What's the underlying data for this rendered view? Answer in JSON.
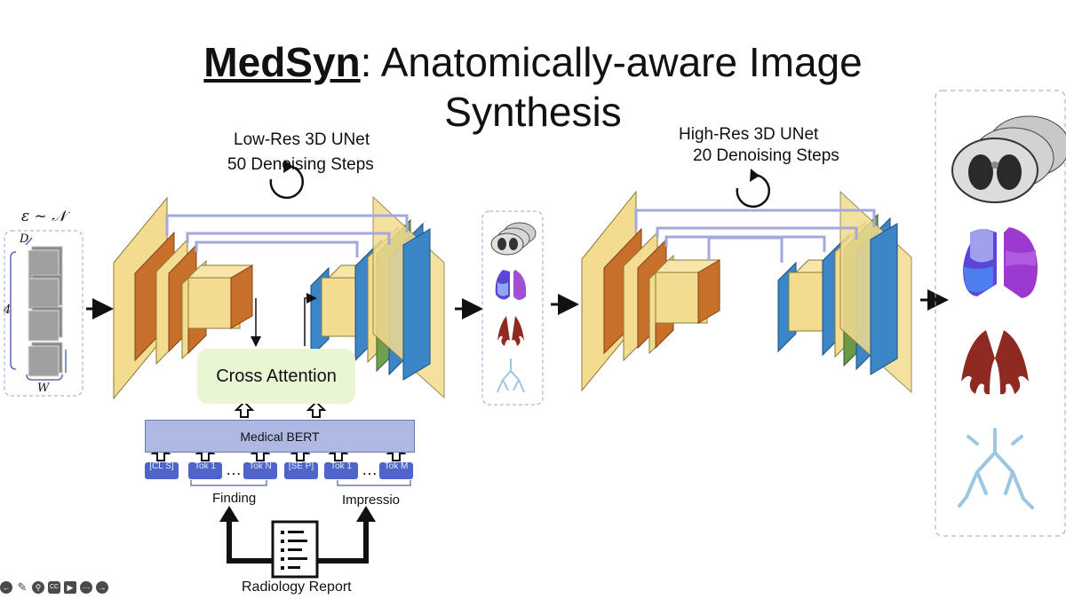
{
  "title": {
    "emphasis": "MedSyn",
    "rest_line1": ": Anatomically-aware Image",
    "line2": "Synthesis"
  },
  "noise": {
    "label": "ε ~ 𝒩",
    "dim_d": "D",
    "dim_4": "4",
    "dim_w": "W"
  },
  "lowres": {
    "line1": "Low-Res 3D UNet",
    "line2": "50 Denoising Steps"
  },
  "highres": {
    "line1": "High-Res 3D UNet",
    "line2": "20 Denoising Steps"
  },
  "cross_attention": "Cross Attention",
  "bert": "Medical BERT",
  "tokens": [
    {
      "text": "[CL S]"
    },
    {
      "text": "Tok 1"
    },
    {
      "text": "Tok N"
    },
    {
      "text": "[SE P]"
    },
    {
      "text": "Tok 1"
    },
    {
      "text": "Tok M"
    }
  ],
  "ellipsis": "…",
  "finding": "Finding",
  "impression": "Impressio",
  "report": "Radiology Report",
  "colors": {
    "encoder": "#c8702a",
    "decoder": "#3a86c6",
    "slab": "#f3dc8f",
    "skip": "#a3a9df",
    "bert": "#aeb8e3",
    "token": "#4f64c8",
    "cross_attention": "#e8f6d4"
  }
}
